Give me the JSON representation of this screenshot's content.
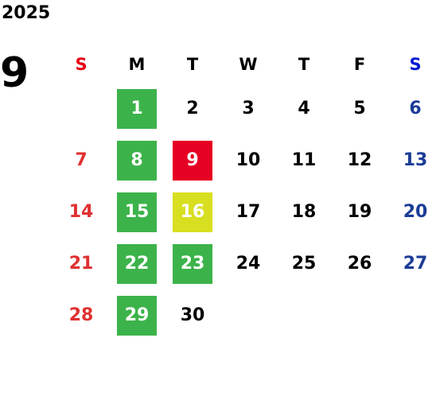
{
  "calendar": {
    "year": "2025",
    "month": "9",
    "weekday_labels": [
      "S",
      "M",
      "T",
      "W",
      "T",
      "F",
      "S"
    ],
    "first_weekday_index": 1,
    "days": [
      {
        "d": "1",
        "bg": "#3cb34a"
      },
      {
        "d": "2"
      },
      {
        "d": "3"
      },
      {
        "d": "4"
      },
      {
        "d": "5"
      },
      {
        "d": "6"
      },
      {
        "d": "7"
      },
      {
        "d": "8",
        "bg": "#3cb34a"
      },
      {
        "d": "9",
        "bg": "#e60023"
      },
      {
        "d": "10"
      },
      {
        "d": "11"
      },
      {
        "d": "12"
      },
      {
        "d": "13"
      },
      {
        "d": "14"
      },
      {
        "d": "15",
        "bg": "#3cb34a"
      },
      {
        "d": "16",
        "bg": "#d8df20"
      },
      {
        "d": "17"
      },
      {
        "d": "18"
      },
      {
        "d": "19"
      },
      {
        "d": "20"
      },
      {
        "d": "21"
      },
      {
        "d": "22",
        "bg": "#3cb34a"
      },
      {
        "d": "23",
        "bg": "#3cb34a"
      },
      {
        "d": "24"
      },
      {
        "d": "25"
      },
      {
        "d": "26"
      },
      {
        "d": "27"
      },
      {
        "d": "28"
      },
      {
        "d": "29",
        "bg": "#3cb34a"
      },
      {
        "d": "30"
      }
    ]
  },
  "colors": {
    "sunday_header": "#e60012",
    "saturday_header": "#0018d4",
    "sunday_day": "#e03030",
    "saturday_day": "#1c3c96",
    "weekday": "#000000"
  }
}
